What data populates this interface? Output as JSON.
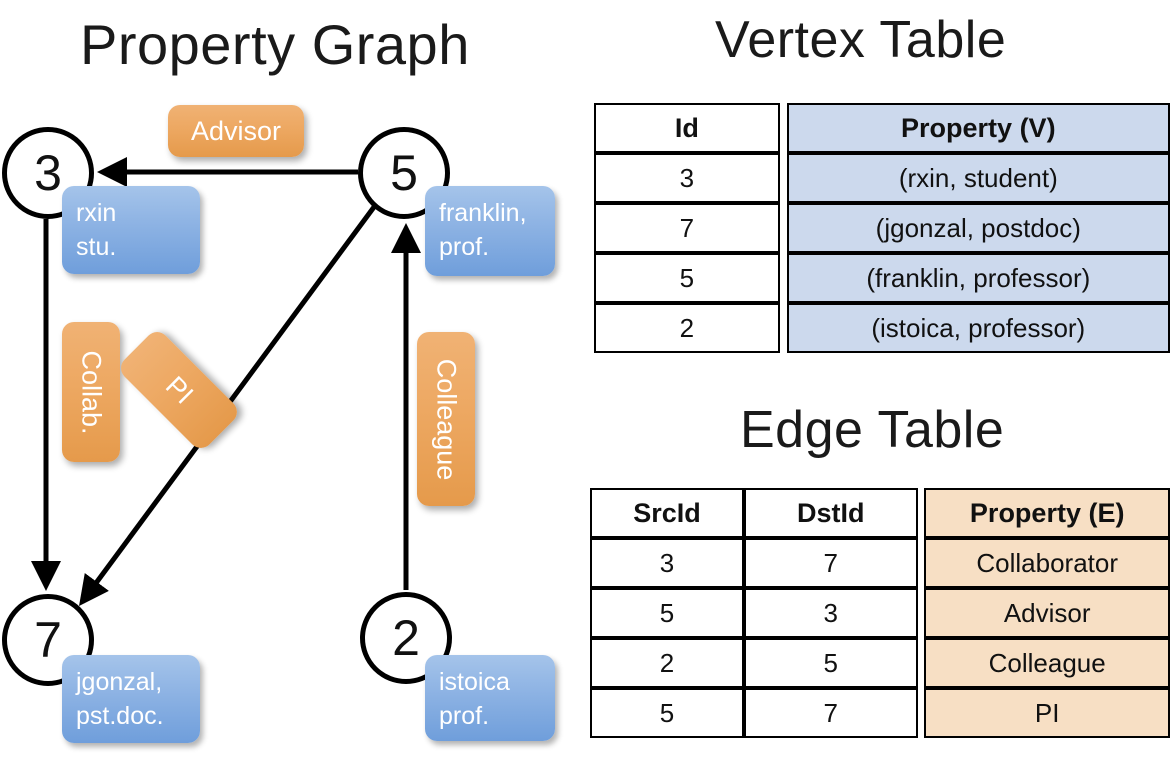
{
  "titles": {
    "graph": "Property Graph",
    "vertex_table": "Vertex Table",
    "edge_table": "Edge Table"
  },
  "graph": {
    "nodes": [
      {
        "id": "3",
        "property_label": "rxin\nstu."
      },
      {
        "id": "5",
        "property_label": "franklin,\nprof."
      },
      {
        "id": "7",
        "property_label": "jgonzal,\npst.doc."
      },
      {
        "id": "2",
        "property_label": "istoica\nprof."
      }
    ],
    "node_labels": {
      "rxin_line1": "rxin",
      "rxin_line2": "stu.",
      "franklin_line1": "franklin,",
      "franklin_line2": "prof.",
      "jgonzal_line1": "jgonzal,",
      "jgonzal_line2": "pst.doc.",
      "istoica_line1": "istoica",
      "istoica_line2": "prof."
    },
    "edge_labels": {
      "advisor": "Advisor",
      "collab": "Collab.",
      "pi": "PI",
      "colleague": "Colleague"
    }
  },
  "vertex_table": {
    "headers": [
      "Id",
      "Property (V)"
    ],
    "rows": [
      {
        "id": "3",
        "property": "(rxin, student)"
      },
      {
        "id": "7",
        "property": "(jgonzal, postdoc)"
      },
      {
        "id": "5",
        "property": "(franklin, professor)"
      },
      {
        "id": "2",
        "property": "(istoica, professor)"
      }
    ]
  },
  "edge_table": {
    "headers": [
      "SrcId",
      "DstId",
      "Property (E)"
    ],
    "rows": [
      {
        "src": "3",
        "dst": "7",
        "property": "Collaborator"
      },
      {
        "src": "5",
        "dst": "3",
        "property": "Advisor"
      },
      {
        "src": "2",
        "dst": "5",
        "property": "Colleague"
      },
      {
        "src": "5",
        "dst": "7",
        "property": "PI"
      }
    ]
  },
  "colors": {
    "vertex_property_fill": "#ccd9ed",
    "edge_property_fill": "#f7dfc4",
    "node_box_blue": "#8fb4e4",
    "edge_label_orange": "#eda862",
    "background": "#ffffff",
    "stroke": "#000000"
  }
}
